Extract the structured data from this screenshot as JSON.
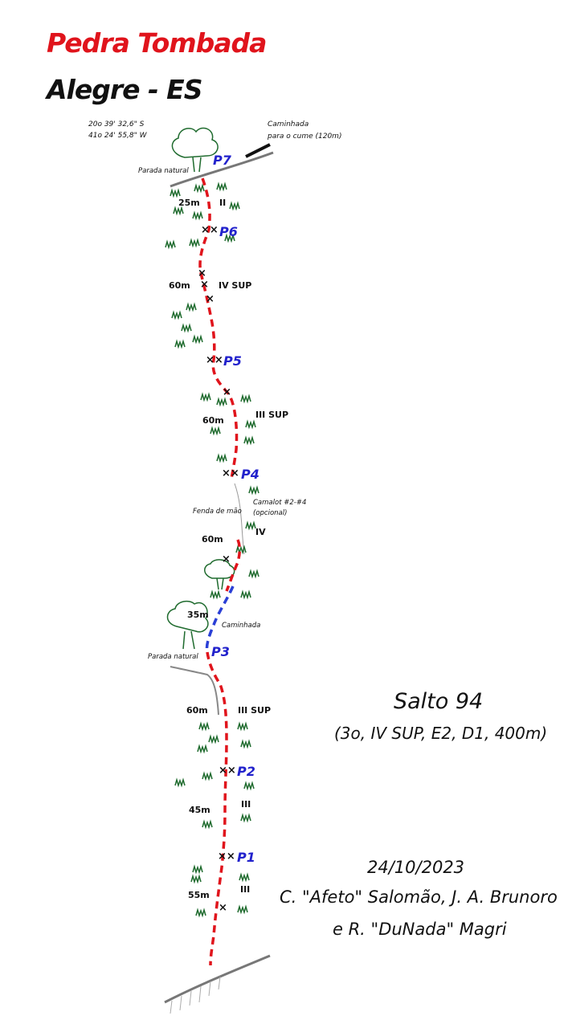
{
  "header": {
    "title": "Pedra Tombada",
    "subtitle": "Alegre - ES",
    "coord_lat": "20o 39' 32,6\" S",
    "coord_lon": "41o 24' 55,8\" W",
    "descent_note_line1": "Caminhada",
    "descent_note_line2": "para o cume (120m)"
  },
  "colors": {
    "title": "#e0141c",
    "route_line": "#e0141c",
    "walk_line": "#2a3fd6",
    "belay_text": "#2222cc",
    "vegetation": "#1f6b2e"
  },
  "route": {
    "name": "Salto 94",
    "grade": "(3o, IV SUP, E2, D1, 400m)",
    "date": "24/10/2023",
    "credits_line1": "C. \"Afeto\" Salomão, J. A. Brunoro",
    "credits_line2": "e R. \"DuNada\" Magri"
  },
  "topo": {
    "belays": [
      "P7",
      "P6",
      "P5",
      "P4",
      "P3",
      "P2",
      "P1"
    ],
    "pitches": [
      {
        "length": "25m",
        "grade": "II"
      },
      {
        "length": "60m",
        "grade": "IV SUP"
      },
      {
        "length": "60m",
        "grade": "III SUP"
      },
      {
        "length": "60m",
        "grade": "IV"
      },
      {
        "length": "35m",
        "grade": ""
      },
      {
        "length": "60m",
        "grade": "III SUP"
      },
      {
        "length": "45m",
        "grade": "III"
      },
      {
        "length": "55m",
        "grade": "III"
      }
    ],
    "notes": {
      "parada_natural_top": "Parada natural",
      "parada_natural_mid": "Parada natural",
      "fenda": "Fenda de mão",
      "camalot": "Camalot #2-#4",
      "opcional": "(opcional)",
      "caminhada": "Caminhada"
    }
  }
}
